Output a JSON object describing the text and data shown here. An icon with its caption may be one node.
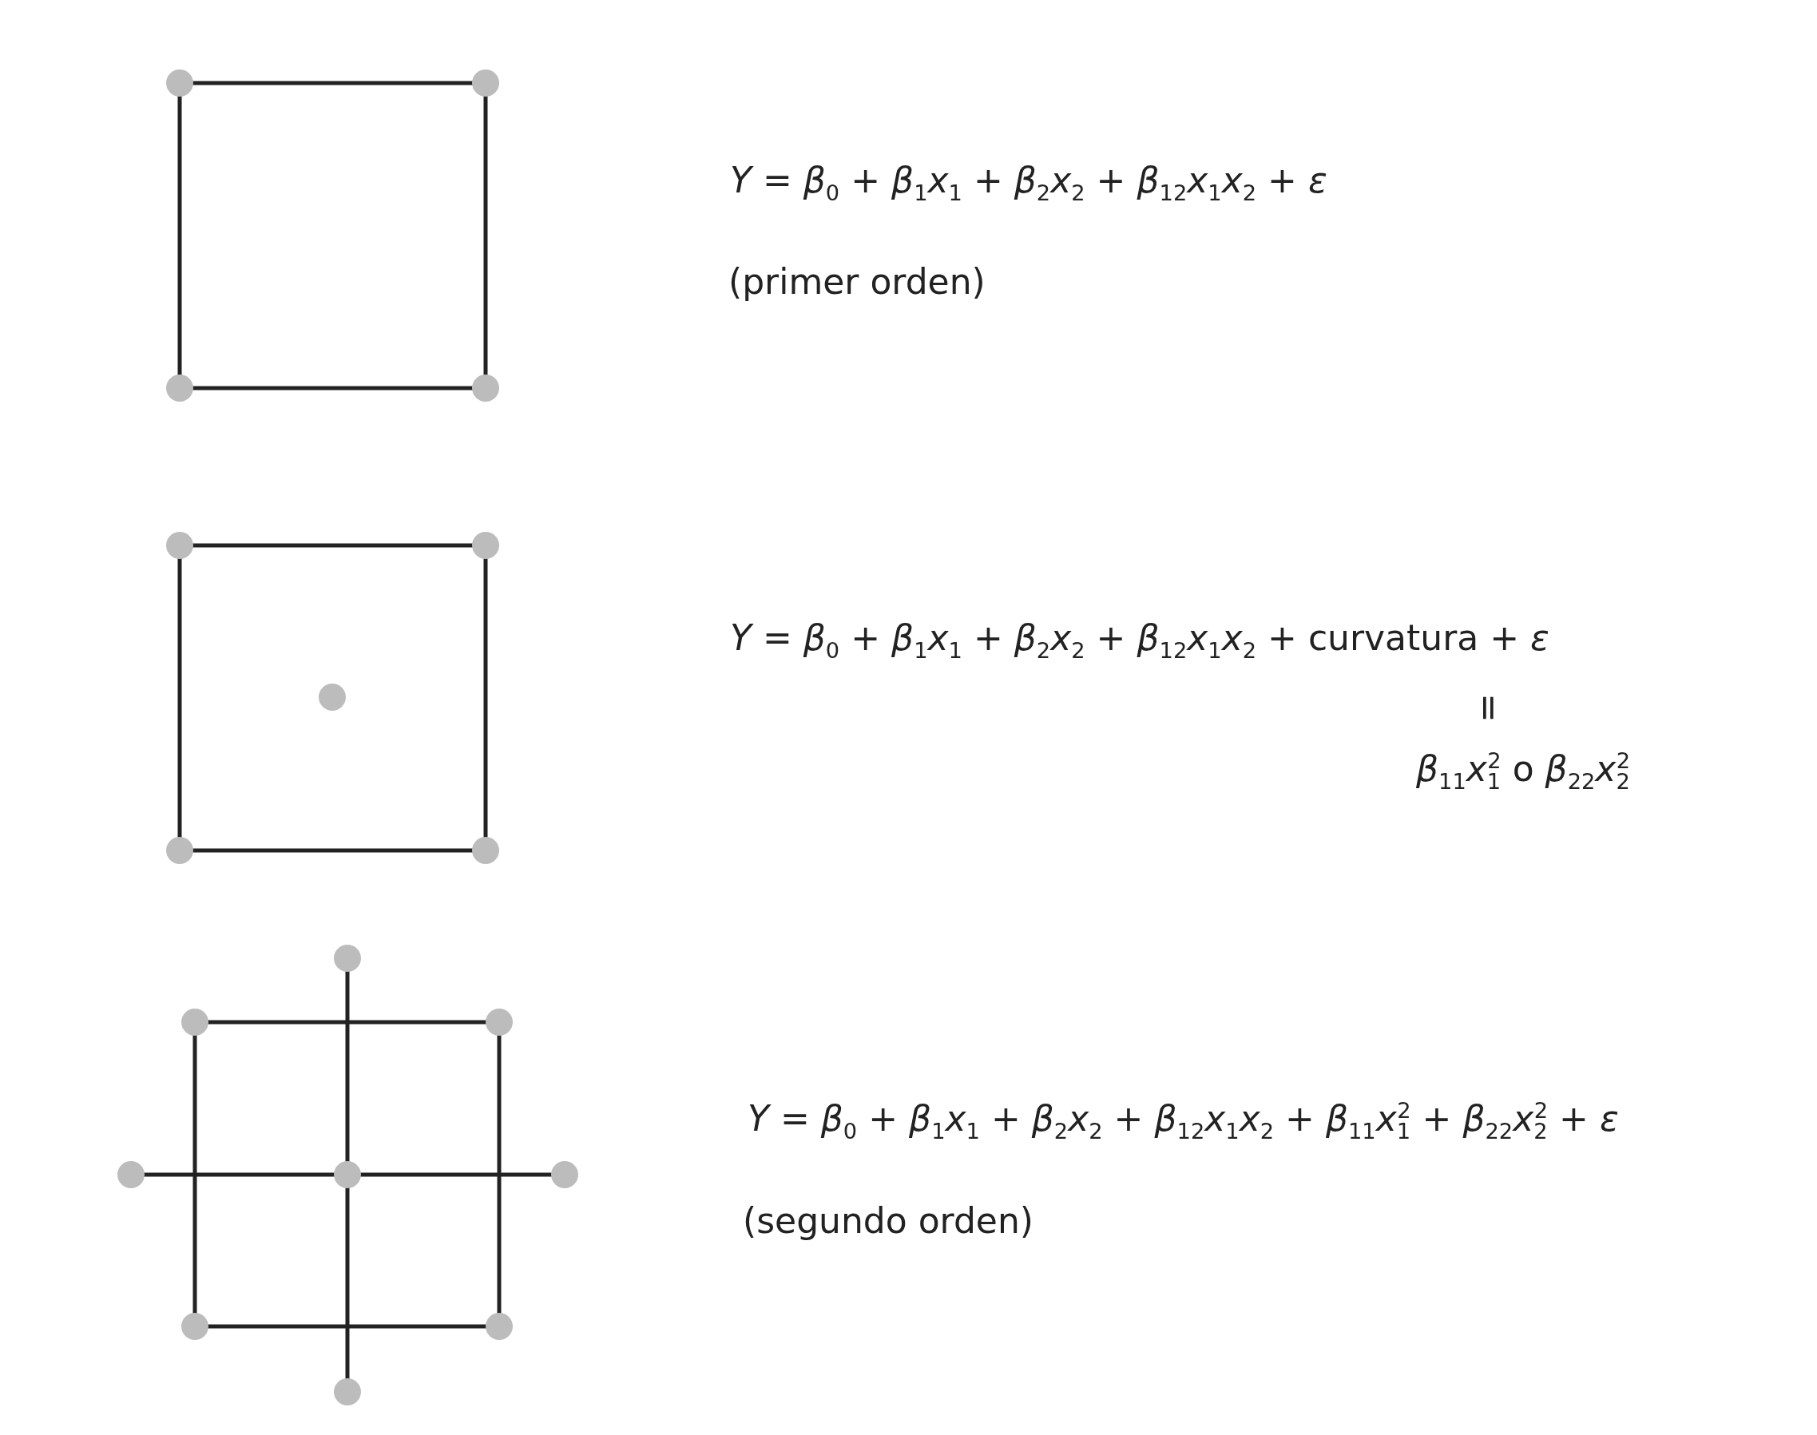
{
  "diagram": {
    "labels": [
      "*Y* = *β*$_{0}$ + *β*$_{1}$*x*$_{1}$ + *β*$_{2}$*x*$_{2}$ + *β*$_{12}$*x*$_{1}$*x*$_{2}$ + *ε*",
      "(primer orden)",
      "*Y* = *β*$_{0}$ + *β*$_{1}$*x*$_{1}$ + *β*$_{2}$*x*$_{2}$ + *β*$_{12}$*x*$_{1}$*x*$_{2}$ + curvatura + *ε*",
      "=",
      "*β*$_{11}$*x*$_{1}$$^{2}$ o *β*$_{22}$*x*$_{2}$$^{2}$",
      "*Y* = *β*$_{0}$ + *β*$_{1}$*x*$_{1}$ + *β*$_{2}$*x*$_{2}$ + *β*$_{12}$*x*$_{1}$*x*$_{2}$ + *β*$_{11}$*x*$_{1}$$^{2}$ + *β*$_{22}$*x*$_{2}$$^{2}$ + *ε*",
      "(segundo orden)"
    ]
  }
}
